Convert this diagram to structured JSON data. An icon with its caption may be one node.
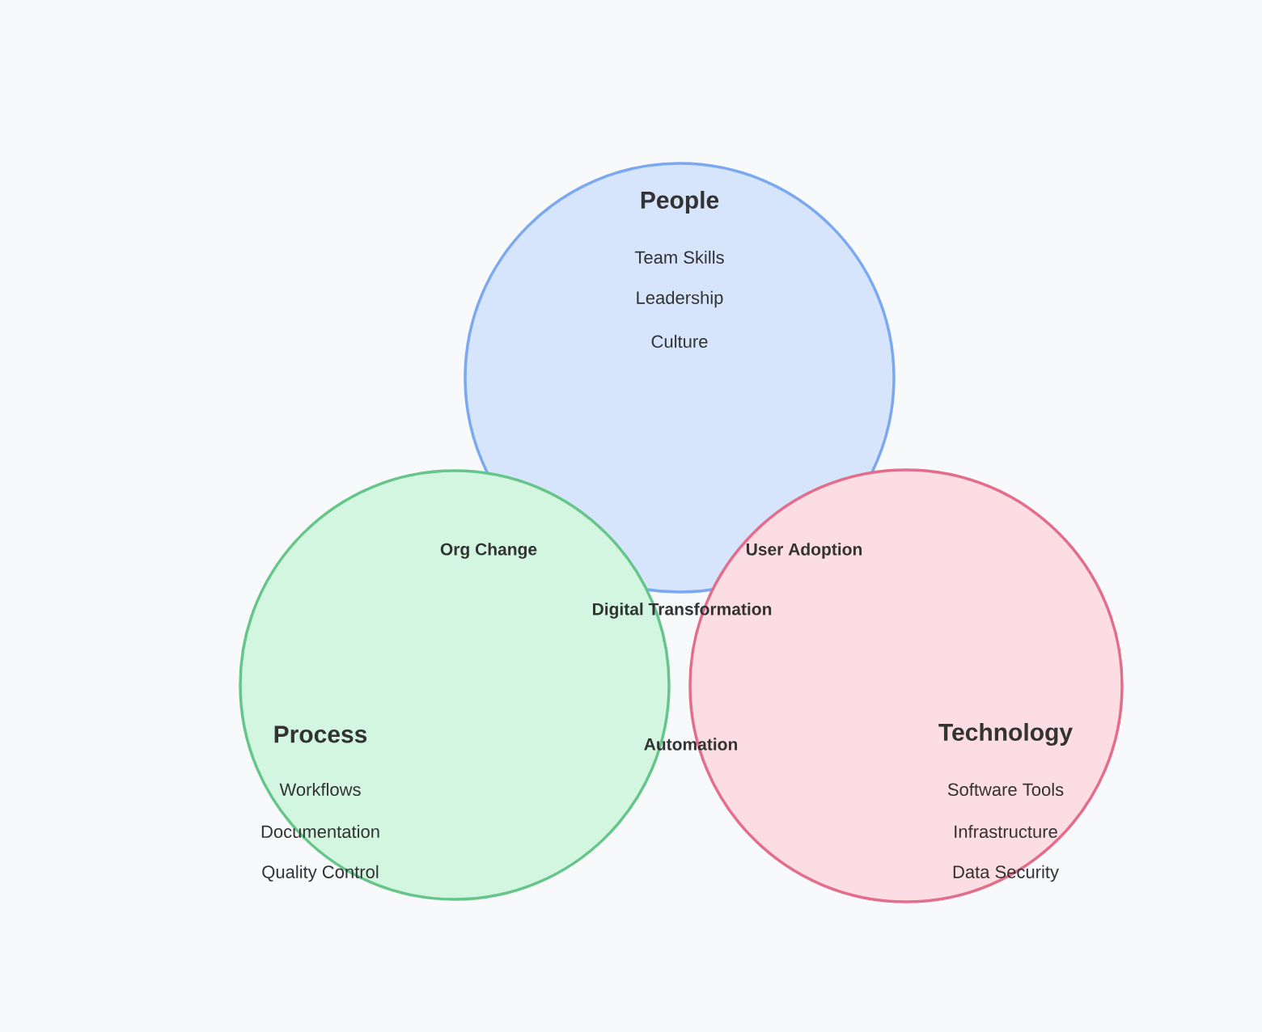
{
  "diagram": {
    "nodes": [
      {
        "text": [
          "People",
          "Team Skills",
          "Leadership",
          "Culture"
        ]
      },
      {
        "text": [
          "Process",
          "Workflows",
          "Documentation",
          "Quality Control"
        ]
      },
      {
        "text": [
          "Technology",
          "Software Tools",
          "Infrastructure",
          "Data Security"
        ]
      }
    ],
    "labels": [
      "Org Change",
      "User Adoption",
      "Digital Transformation",
      "Automation"
    ]
  }
}
